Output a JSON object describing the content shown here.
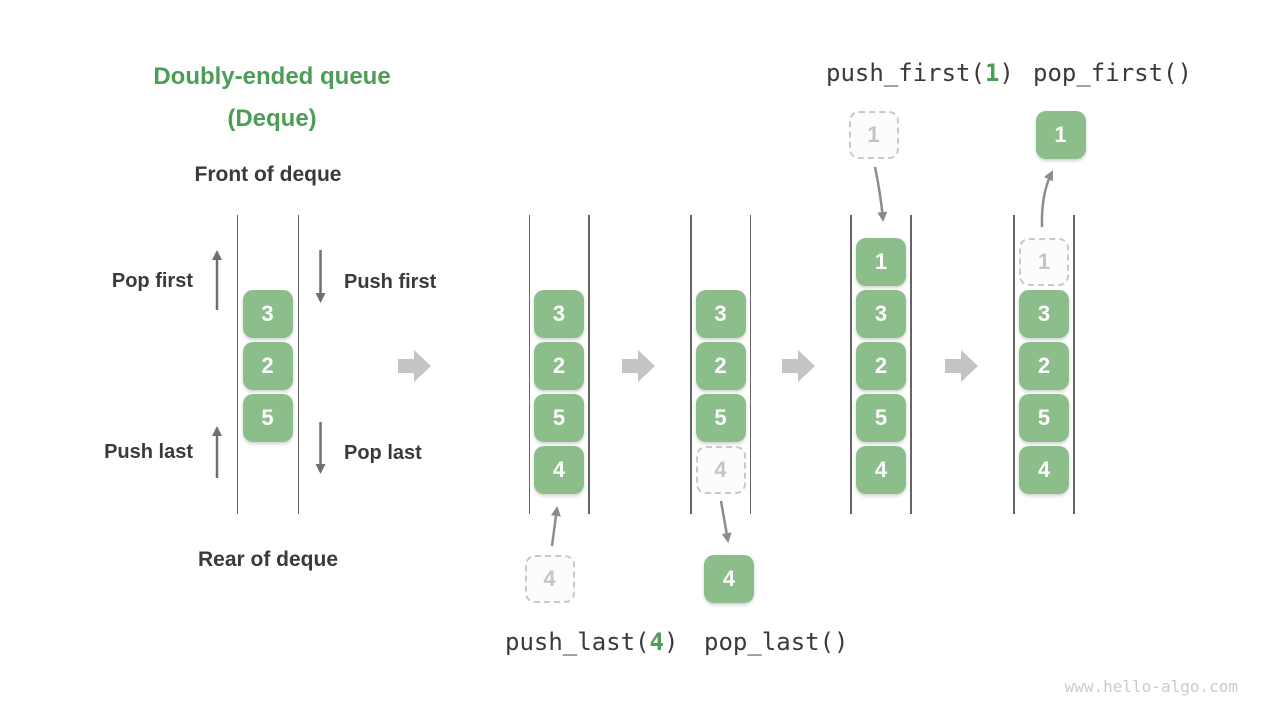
{
  "title": {
    "line1": "Doubly-ended queue",
    "line2": "(Deque)"
  },
  "labels": {
    "front": "Front of deque",
    "rear": "Rear of deque",
    "pop_first": "Pop first",
    "push_first": "Push first",
    "push_last": "Push last",
    "pop_last": "Pop last"
  },
  "demo_queue": {
    "cells": [
      "3",
      "2",
      "5"
    ]
  },
  "operations": {
    "push_first": {
      "prefix": "push_first(",
      "arg": "1",
      "suffix": ")"
    },
    "pop_first": {
      "label": "pop_first()"
    },
    "push_last": {
      "prefix": "push_last(",
      "arg": "4",
      "suffix": ")"
    },
    "pop_last": {
      "label": "pop_last()"
    }
  },
  "states": [
    {
      "cells": [
        "3",
        "2",
        "5",
        "4"
      ],
      "float_value": "4",
      "float_style": "dashed"
    },
    {
      "cells": [
        "3",
        "2",
        "5"
      ],
      "ghost_value": "4",
      "float_value": "4",
      "float_style": "solid"
    },
    {
      "cells": [
        "1",
        "3",
        "2",
        "5",
        "4"
      ],
      "float_value": "1",
      "float_style": "dashed"
    },
    {
      "cells": [
        "3",
        "2",
        "5",
        "4"
      ],
      "ghost_value": "1",
      "float_value": "1",
      "float_style": "solid"
    }
  ],
  "watermark": "www.hello-algo.com",
  "colors": {
    "green_box": "#8CBE8C",
    "green_accent": "#4C9E56",
    "text_dark": "#3A3A3A",
    "wall_gray": "#646464",
    "arrow_gray": "#6F6F6F",
    "connector_gray": "#8C8C8C",
    "transition_gray": "#C4C4C4",
    "dashed_border": "#C9C9C9",
    "dashed_text": "#C5C5C5",
    "watermark_gray": "#CBCBCB"
  }
}
